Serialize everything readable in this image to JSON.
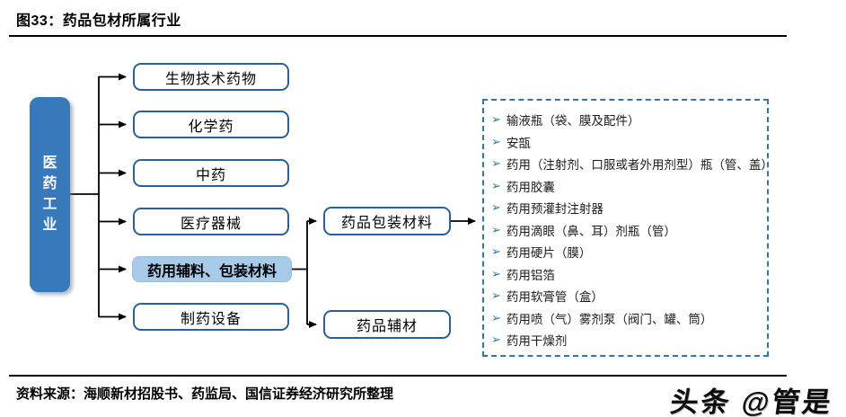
{
  "title": "图33：药品包材所属行业",
  "colors": {
    "root_fill": "#3879BC",
    "node_border": "#2A6099",
    "highlight_fill": "#A6CAE7",
    "dashed_border": "#2E75B6",
    "bullet_color": "#2E75B6"
  },
  "root": {
    "label": "医药工业",
    "chars": [
      "医",
      "药",
      "工",
      "业"
    ]
  },
  "level1": [
    {
      "label": "生物技术药物",
      "highlighted": false
    },
    {
      "label": "化学药",
      "highlighted": false
    },
    {
      "label": "中药",
      "highlighted": false
    },
    {
      "label": "医疗器械",
      "highlighted": false
    },
    {
      "label": "药用辅料、包装材料",
      "highlighted": true
    },
    {
      "label": "制药设备",
      "highlighted": false
    }
  ],
  "level2": [
    {
      "label": "药品包装材料"
    },
    {
      "label": "药品辅材"
    }
  ],
  "bullet_glyph": "➢",
  "packaging_items": [
    "输液瓶（袋、膜及配件）",
    "安瓿",
    "药用（注射剂、口服或者外用剂型）瓶（管、盖）",
    "药用胶囊",
    "药用预灌封注射器",
    "药用滴眼（鼻、耳）剂瓶（管）",
    "药用硬片（膜）",
    "药用铝箔",
    "药用软膏管（盒）",
    "药用喷（气）雾剂泵（阀门、罐、筒）",
    "药用干燥剂"
  ],
  "source": "资料来源：海顺新材招股书、药监局、国信证券经济研究所整理",
  "watermark": "头条 @管是"
}
